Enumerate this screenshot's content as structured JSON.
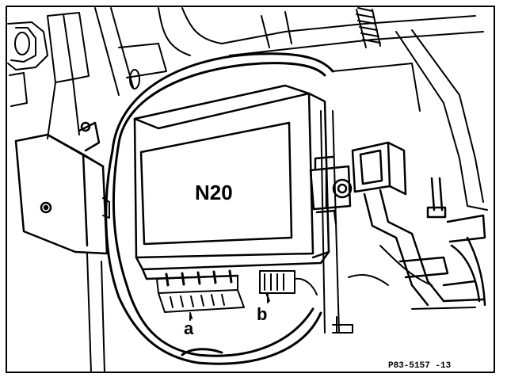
{
  "component_label": "N20",
  "callout_a": "a",
  "callout_b": "b",
  "figure_ref": "P83-5157  -13",
  "colors": {
    "ink": "#000000",
    "paper": "#ffffff"
  }
}
